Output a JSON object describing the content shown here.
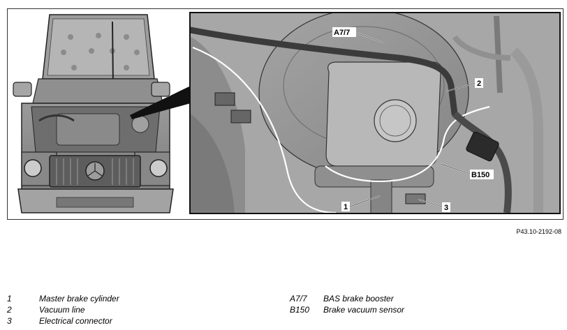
{
  "callouts": {
    "a77": "A7/7",
    "n2": "2",
    "b150": "B150",
    "n1": "1",
    "n3": "3"
  },
  "figure_code": "P43.10-2192-08",
  "legend": {
    "left": [
      {
        "key": "1",
        "text": "Master brake cylinder"
      },
      {
        "key": "2",
        "text": "Vacuum line"
      },
      {
        "key": "3",
        "text": "Electrical connector"
      }
    ],
    "right": [
      {
        "key": "A7/7",
        "text": "BAS brake booster"
      },
      {
        "key": "B150",
        "text": "Brake vacuum sensor"
      }
    ]
  },
  "colors": {
    "background": "#ffffff",
    "engine_gray": "#8a8a8a",
    "dark_gray": "#555555",
    "outline": "#1a1a1a"
  }
}
